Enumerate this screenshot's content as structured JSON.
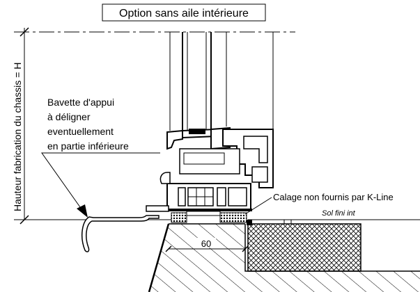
{
  "title": "Option sans aile intérieure",
  "vertical_label": "Hauteur fabrication du chassis = H",
  "note_lines": [
    "Bavette d'appui",
    "à déligner",
    "eventuellement",
    "en partie inférieure"
  ],
  "callout_calage": "Calage non fournis par K-Line",
  "label_sol": "Sol fini int",
  "dimension_60": "60"
}
